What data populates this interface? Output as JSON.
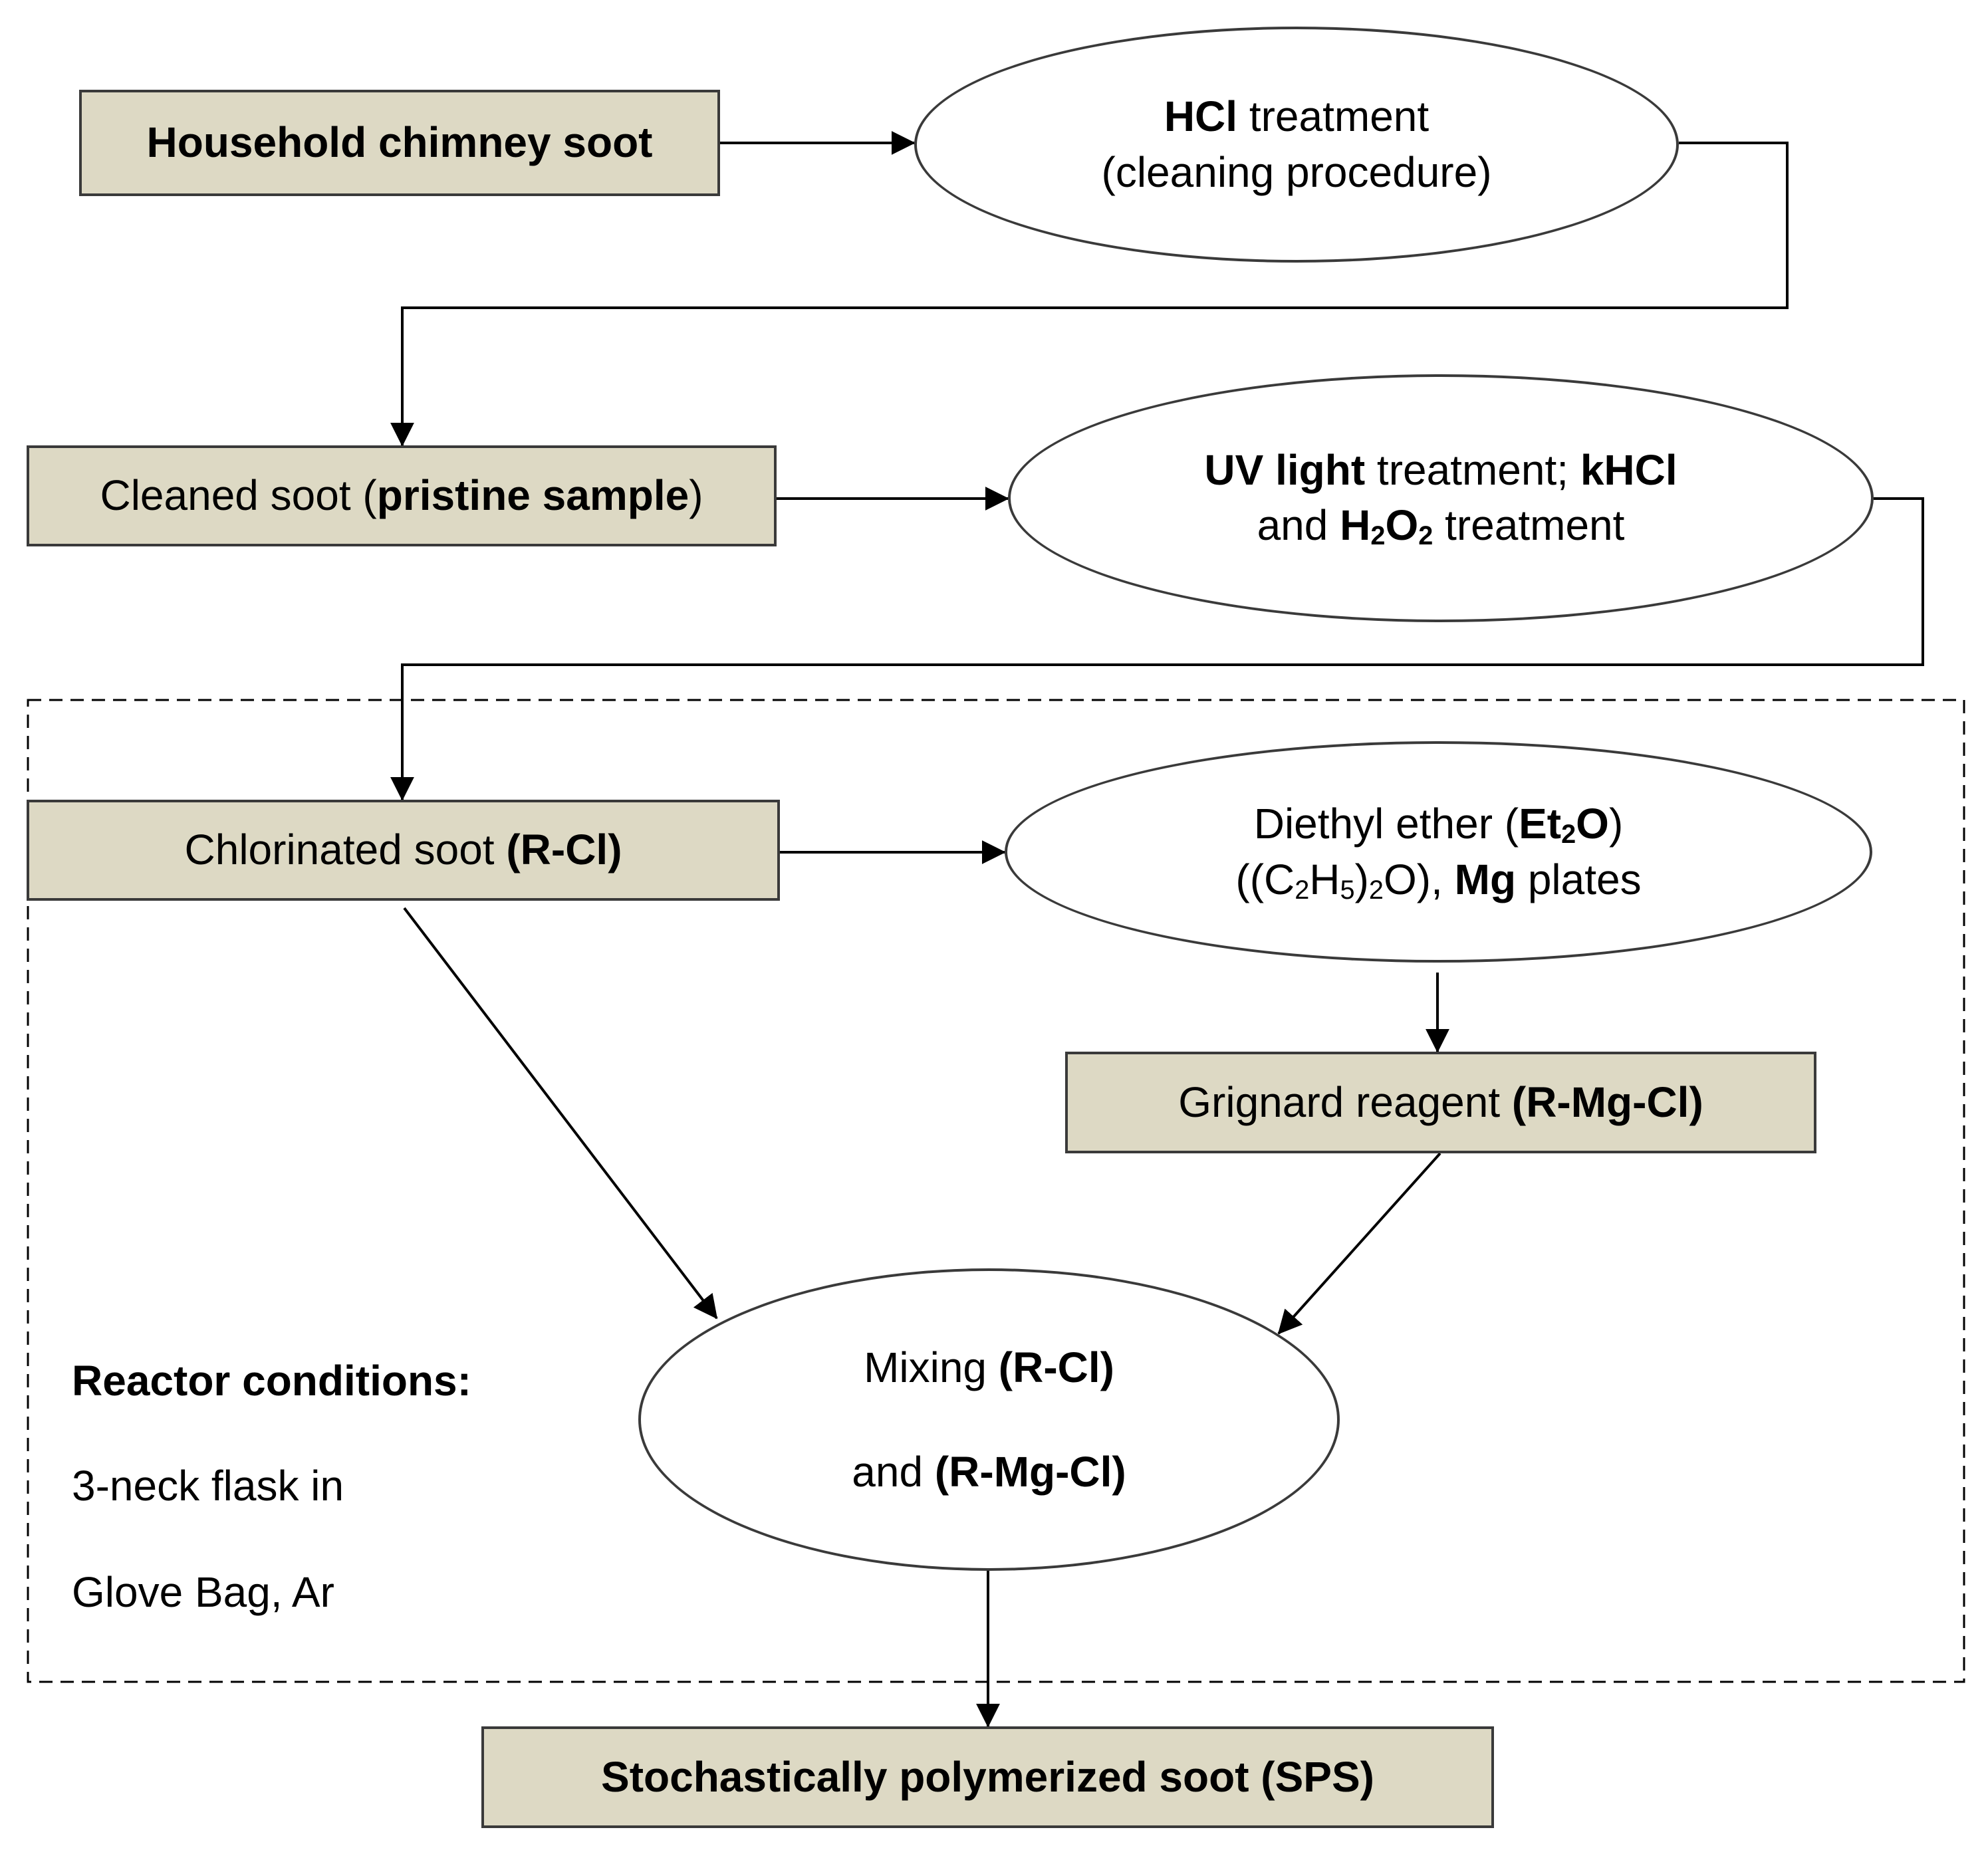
{
  "nodes": {
    "household": {
      "text": "Household chimney soot"
    },
    "hcl": {
      "line1_bold": "HCl",
      "line1_rest": " treatment",
      "line2": "(cleaning procedure)"
    },
    "cleaned": {
      "pre": "Cleaned soot (",
      "bold": "pristine sample",
      "post": ")"
    },
    "uv": {
      "l1_bold1": "UV light",
      "l1_mid": " treatment; ",
      "l1_bold2": "kHCl",
      "l2_pre": "and ",
      "l2_h": "H",
      "l2_sub1": "2",
      "l2_o": "O",
      "l2_sub2": "2",
      "l2_post": " treatment"
    },
    "chlorinated": {
      "pre": "Chlorinated soot ",
      "bold": "(R-Cl)"
    },
    "ether": {
      "l1_pre": "Diethyl ether (",
      "l1_et": "Et",
      "l1_sub": "2",
      "l1_o": "O",
      "l1_post": ")",
      "l2_a": "((C",
      "l2_s1": "2",
      "l2_b": "H",
      "l2_s2": "5",
      "l2_c": ")",
      "l2_s3": "2",
      "l2_d": "O), ",
      "l2_bold": "Mg",
      "l2_post": " plates"
    },
    "grignard": {
      "pre": "Grignard reagent ",
      "bold": "(R-Mg-Cl)"
    },
    "mixing": {
      "l1_pre": "Mixing ",
      "l1_bold": "(R-Cl)",
      "l2_pre": "and ",
      "l2_bold": "(R-Mg-Cl)"
    },
    "sps": {
      "text": "Stochastically polymerized soot (SPS)"
    }
  },
  "reactor": {
    "title": "Reactor conditions:",
    "line1": "3-neck flask in",
    "line2": "Glove Bag, Ar"
  },
  "colors": {
    "box_fill": "#ddd9c4",
    "stroke": "#3a3a3a",
    "background": "#ffffff"
  }
}
